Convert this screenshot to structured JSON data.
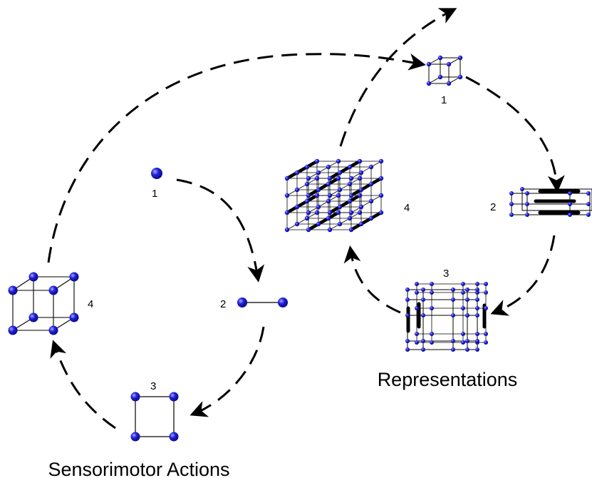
{
  "diagram": {
    "sensorimotor": {
      "title": "Sensorimotor Actions",
      "stages": [
        {
          "label": "1",
          "shape": "point"
        },
        {
          "label": "2",
          "shape": "line"
        },
        {
          "label": "3",
          "shape": "square"
        },
        {
          "label": "4",
          "shape": "cube"
        }
      ]
    },
    "representations": {
      "title": "Representations",
      "stages": [
        {
          "label": "1",
          "shape": "small-cube"
        },
        {
          "label": "2",
          "shape": "stretched-grid"
        },
        {
          "label": "3",
          "shape": "expanded-grid"
        },
        {
          "label": "4",
          "shape": "lattice-cube"
        }
      ]
    },
    "colors": {
      "node": "#1a1acc",
      "node_highlight": "#8a8aff",
      "arrow": "#000000"
    }
  }
}
